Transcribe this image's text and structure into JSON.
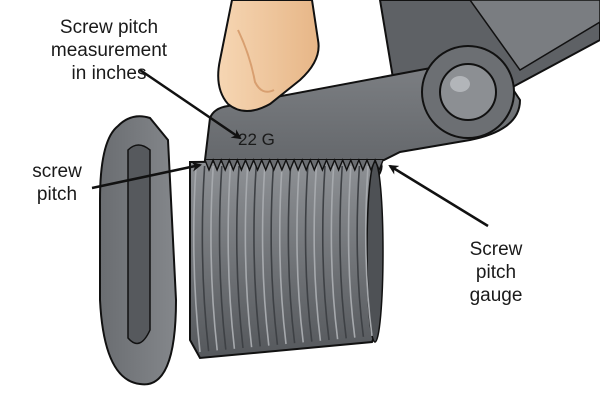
{
  "labels": {
    "measurement": [
      "Screw pitch",
      "measurement",
      "in inches"
    ],
    "screw_pitch": [
      "screw",
      "pitch"
    ],
    "gauge": [
      "Screw",
      "pitch",
      "gauge"
    ]
  },
  "gauge_marking": "22 G",
  "colors": {
    "metal": "#6f7276",
    "metal_dark": "#4a4d51",
    "metal_light": "#9a9da1",
    "skin": "#f2c9a0",
    "outline": "#111111"
  }
}
